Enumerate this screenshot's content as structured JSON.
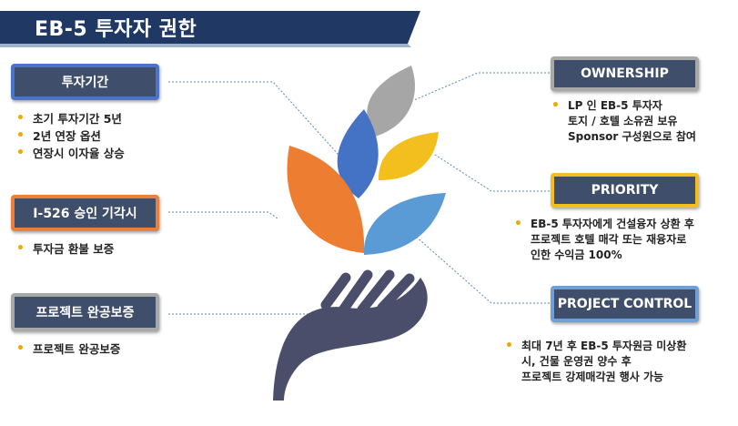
{
  "banner": {
    "title": "EB-5 투자자 권한"
  },
  "left": [
    {
      "title": "투자기간",
      "bullets": [
        "초기 투자기간 5년",
        "2년 연장 옵션",
        "연장시 이자율 상승"
      ]
    },
    {
      "title": "I-526 승인 기각시",
      "bullets": [
        "투자금 환불 보증"
      ]
    },
    {
      "title": "프로젝트 완공보증",
      "bullets": [
        "프로젝트 완공보증"
      ]
    }
  ],
  "right": [
    {
      "title": "OWNERSHIP",
      "lines": [
        "LP 인 EB-5 투자자",
        "토지 / 호텔 소유권 보유",
        "Sponsor 구성원으로 참여"
      ]
    },
    {
      "title": "PRIORITY",
      "lines": [
        "EB-5 투자자에게 건설융자 상환 후",
        "프로젝트 호텔 매각 또는 재융자로",
        "인한 수익금 100%"
      ]
    },
    {
      "title": "PROJECT CONTROL",
      "lines": [
        "최대 7년 후 EB-5 투자원금 미상환",
        "시,       건물 운영권 양수 후",
        "프로젝트 강제매각권 행사 가능"
      ]
    }
  ],
  "colors": {
    "navy": "#1f3864",
    "box_fill": "#3f4f6b",
    "bullet": "#f0a800",
    "leaf_gray": "#a6a6a6",
    "leaf_blue": "#4472c4",
    "leaf_yellow": "#f2bf1e",
    "leaf_orange": "#ed7d31",
    "leaf_lightblue": "#5b9bd5",
    "hand": "#4a4e6b"
  }
}
